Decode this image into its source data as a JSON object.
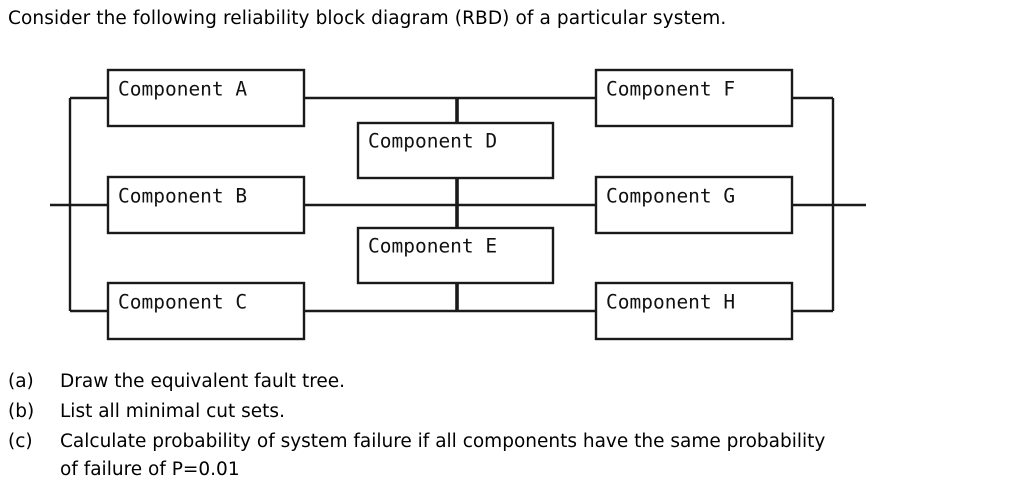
{
  "prompt": {
    "text": "Consider the following reliability block diagram (RBD) of a particular system."
  },
  "diagram": {
    "type": "reliability-block-diagram",
    "stroke_color": "#1a1a1a",
    "fill_color": "#ffffff",
    "blocks": [
      {
        "id": "A",
        "label": "Component A",
        "column": "left",
        "row": "top"
      },
      {
        "id": "B",
        "label": "Component B",
        "column": "left",
        "row": "middle"
      },
      {
        "id": "C",
        "label": "Component C",
        "column": "left",
        "row": "bottom"
      },
      {
        "id": "D",
        "label": "Component D",
        "column": "center",
        "row": "upper-bridge"
      },
      {
        "id": "E",
        "label": "Component E",
        "column": "center",
        "row": "lower-bridge"
      },
      {
        "id": "F",
        "label": "Component F",
        "column": "right",
        "row": "top"
      },
      {
        "id": "G",
        "label": "Component G",
        "column": "right",
        "row": "middle"
      },
      {
        "id": "H",
        "label": "Component H",
        "column": "right",
        "row": "bottom"
      }
    ],
    "topology": {
      "left_parallel_group": [
        "A",
        "B",
        "C"
      ],
      "right_parallel_group": [
        "F",
        "G",
        "H"
      ],
      "bridge_components": [
        "D",
        "E"
      ],
      "description": "Three parallel paths on the left (A, B, C) feed three parallel paths on the right (F, G, H); bridge component D links the top and middle paths, bridge component E links the middle and bottom paths."
    }
  },
  "questions": [
    {
      "marker": "(a)",
      "lines": [
        "Draw the equivalent fault tree."
      ]
    },
    {
      "marker": "(b)",
      "lines": [
        "List all minimal cut sets."
      ]
    },
    {
      "marker": "(c)",
      "lines": [
        "Calculate probability of system failure if all components have the same probability",
        "of failure of P=0.01"
      ]
    }
  ]
}
